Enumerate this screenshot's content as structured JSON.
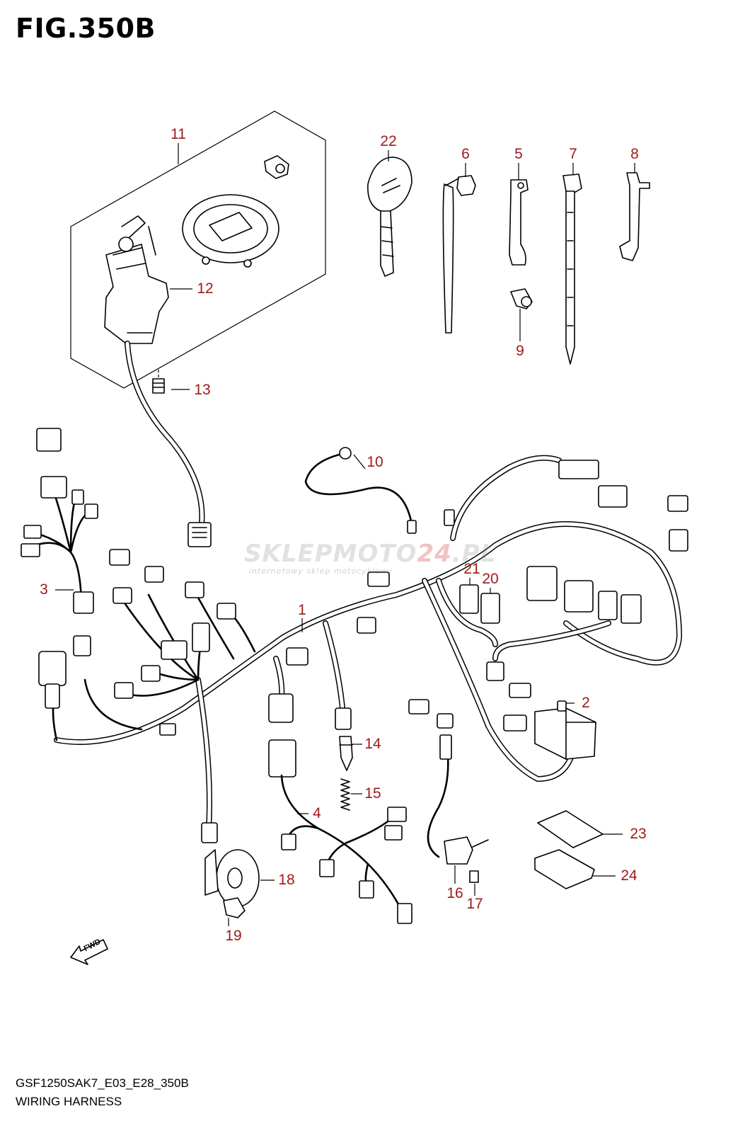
{
  "figure": {
    "title": "FIG.350B",
    "model_code": "GSF1250SAK7_E03_E28_350B",
    "section_name": "WIRING HARNESS"
  },
  "watermark": {
    "brand_part1": "SKLEPMOTO",
    "brand_part2": "24",
    "brand_part3": ".PL",
    "tagline": "internetowy sklep motocyklowy"
  },
  "fwd_label": "FWD",
  "callouts": [
    {
      "id": "1",
      "label": "1"
    },
    {
      "id": "2",
      "label": "2"
    },
    {
      "id": "3",
      "label": "3"
    },
    {
      "id": "4",
      "label": "4"
    },
    {
      "id": "5",
      "label": "5"
    },
    {
      "id": "6",
      "label": "6"
    },
    {
      "id": "7",
      "label": "7"
    },
    {
      "id": "8",
      "label": "8"
    },
    {
      "id": "9",
      "label": "9"
    },
    {
      "id": "10",
      "label": "10"
    },
    {
      "id": "11",
      "label": "11"
    },
    {
      "id": "12",
      "label": "12"
    },
    {
      "id": "13",
      "label": "13"
    },
    {
      "id": "14",
      "label": "14"
    },
    {
      "id": "15",
      "label": "15"
    },
    {
      "id": "16",
      "label": "16"
    },
    {
      "id": "17",
      "label": "17"
    },
    {
      "id": "18",
      "label": "18"
    },
    {
      "id": "19",
      "label": "19"
    },
    {
      "id": "20",
      "label": "20"
    },
    {
      "id": "21",
      "label": "21"
    },
    {
      "id": "22",
      "label": "22"
    },
    {
      "id": "23",
      "label": "23"
    },
    {
      "id": "24",
      "label": "24"
    }
  ],
  "colors": {
    "line": "#000000",
    "callout": "#a01a1a",
    "background": "#ffffff"
  }
}
